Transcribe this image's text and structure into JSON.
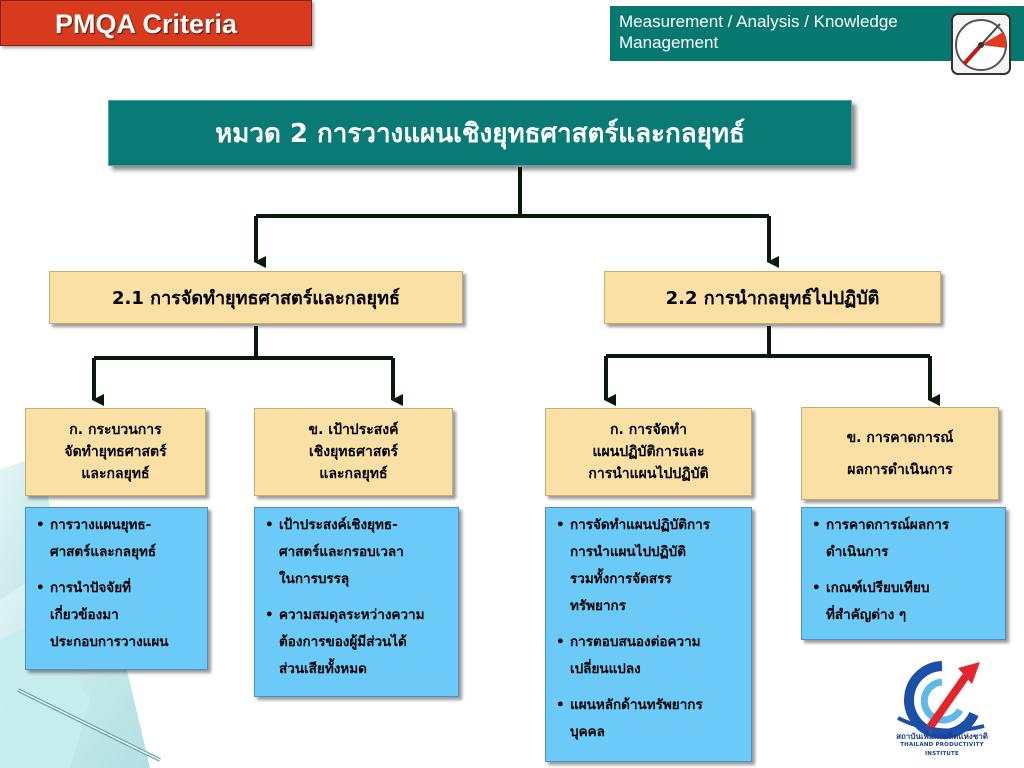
{
  "header": {
    "badge": "PMQA Criteria",
    "section_line1": "Measurement / Analysis / Knowledge",
    "section_line2": "Management"
  },
  "diagram": {
    "title": "หมวด 2 การวางแผนเชิงยุทธศาสตร์และกลยุทธ์",
    "categories": [
      {
        "label": "2.1 การจัดทำยุทธศาสตร์และกลยุทธ์",
        "items": [
          {
            "heading": [
              "ก. กระบวนการ",
              "จัดทำยุทธศาสตร์",
              "และกลยุทธ์"
            ],
            "bullets": [
              [
                "การวางแผนยุทธ-",
                "ศาสตร์และกลยุทธ์"
              ],
              [
                "การนำปัจจัยที่",
                "เกี่ยวข้องมา",
                "ประกอบการวางแผน"
              ]
            ]
          },
          {
            "heading": [
              "ข. เป้าประสงค์",
              "เชิงยุทธศาสตร์",
              "และกลยุทธ์"
            ],
            "bullets": [
              [
                "เป้าประสงค์เชิงยุทธ-",
                "ศาสตร์และกรอบเวลา",
                "ในการบรรลุ"
              ],
              [
                "ความสมดุลระหว่างความ",
                "ต้องการของผู้มีส่วนได้",
                "ส่วนเสียทั้งหมด"
              ]
            ]
          }
        ]
      },
      {
        "label": "2.2 การนำกลยุทธ์ไปปฏิบัติ",
        "items": [
          {
            "heading": [
              "ก. การจัดทำ",
              "แผนปฏิบัติการและ",
              "การนำแผนไปปฏิบัติ"
            ],
            "bullets": [
              [
                "การจัดทำแผนปฏิบัติการ",
                "การนำแผนไปปฏิบัติ",
                "รวมทั้งการจัดสรร",
                "ทรัพยากร"
              ],
              [
                "การตอบสนองต่อความ",
                "เปลี่ยนแปลง"
              ],
              [
                "แผนหลักด้านทรัพยากร",
                "บุคคล"
              ]
            ]
          },
          {
            "heading": [
              "ข. การคาดการณ์",
              "ผลการดำเนินการ"
            ],
            "bullets": [
              [
                "การคาดการณ์ผลการ",
                "ดำเนินการ"
              ],
              [
                "เกณฑ์เปรียบเทียบ",
                "ที่สำคัญต่าง ๆ"
              ]
            ]
          }
        ]
      }
    ]
  },
  "logo": {
    "name_th": "สถาบันเพิ่มผลผลิตแห่งชาติ",
    "name_en": "THAILAND PRODUCTIVITY INSTITUTE"
  },
  "colors": {
    "badge": "#d73a1c",
    "teal": "#0a7a76",
    "cream": "#fbe0a6",
    "blue": "#6ccaf8",
    "connector": "#0a1a0a"
  }
}
